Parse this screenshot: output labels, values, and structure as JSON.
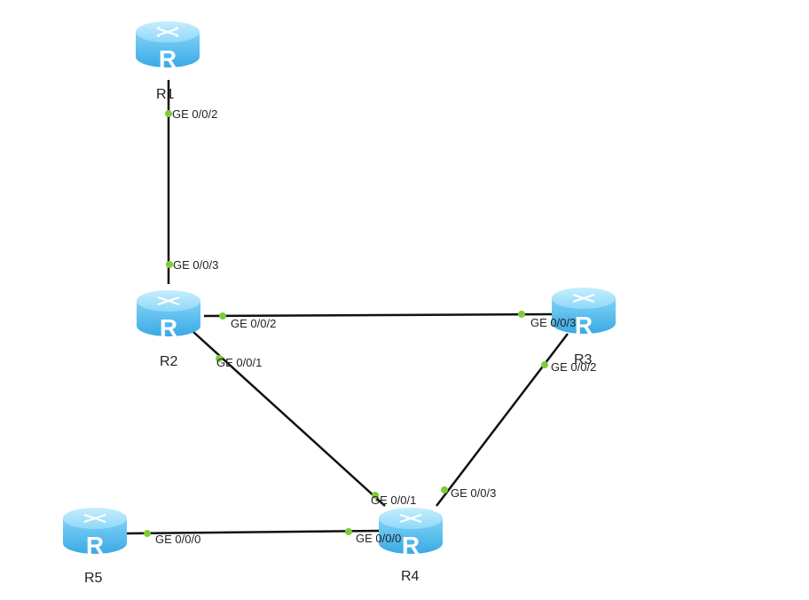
{
  "routers": [
    {
      "id": "R1",
      "label": "R1"
    },
    {
      "id": "R2",
      "label": "R2"
    },
    {
      "id": "R3",
      "label": "R3"
    },
    {
      "id": "R4",
      "label": "R4"
    },
    {
      "id": "R5",
      "label": "R5"
    }
  ],
  "links": [
    {
      "from": "R1",
      "to": "R2",
      "from_port": "GE 0/0/2",
      "to_port": "GE 0/0/3"
    },
    {
      "from": "R2",
      "to": "R3",
      "from_port": "GE 0/0/2",
      "to_port": "GE 0/0/3"
    },
    {
      "from": "R2",
      "to": "R4",
      "from_port": "GE 0/0/1",
      "to_port": "GE 0/0/1"
    },
    {
      "from": "R3",
      "to": "R4",
      "from_port": "GE 0/0/2",
      "to_port": "GE 0/0/3"
    },
    {
      "from": "R5",
      "to": "R4",
      "from_port": "GE 0/0/0",
      "to_port": "GE 0/0/0"
    }
  ],
  "colors": {
    "router_body": "#5ec3f2",
    "router_top": "#9ee0fb",
    "link": "#111111",
    "port_dot": "#7dcc3a"
  },
  "icon": "router-icon"
}
